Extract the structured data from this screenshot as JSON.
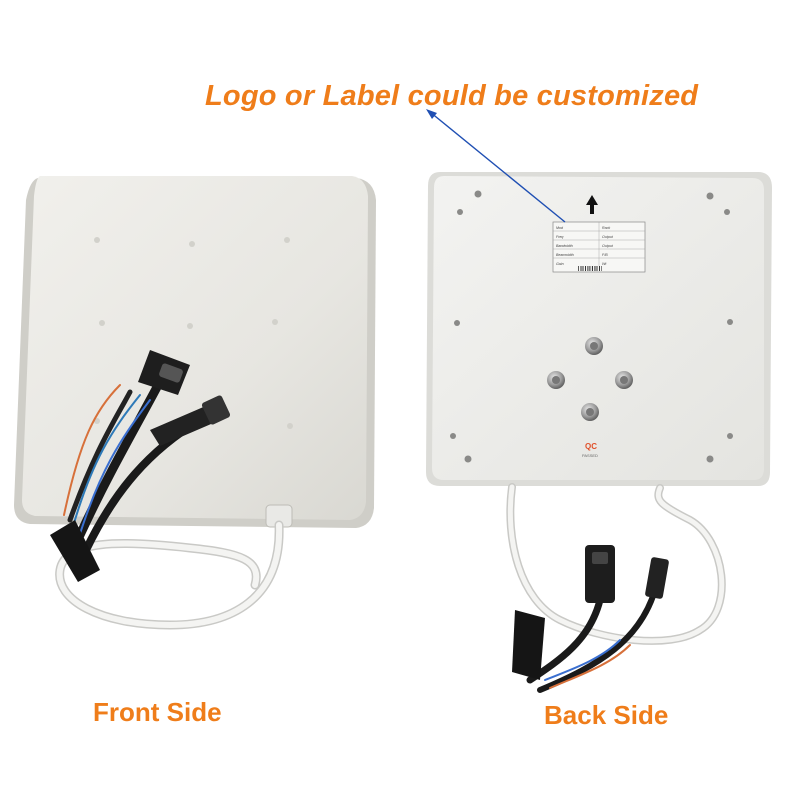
{
  "headline": "Logo or Label could be customized",
  "front_caption": "Front Side",
  "back_caption": "Back Side",
  "colors": {
    "caption": "#ef7d1a",
    "pointer_arrow": "#1f4fb3",
    "panel": "#ecebe7",
    "cable_black": "#1c1c1c",
    "cable_white": "#f2f2f0"
  },
  "back_label": {
    "rows": [
      [
        "Mod",
        "Rack"
      ],
      [
        "Freq",
        "Output"
      ],
      [
        "Bandwidth",
        "Output"
      ],
      [
        "Beamwidth",
        "F/B"
      ],
      [
        "Gain",
        "Wt"
      ]
    ],
    "qc_mark": "QC",
    "qc_status": "PASSED"
  }
}
